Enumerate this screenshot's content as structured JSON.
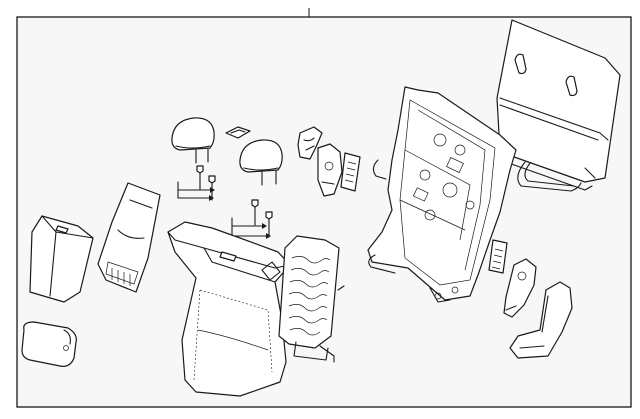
{
  "diagram": {
    "colors": {
      "background": "#ffffff",
      "panel": "#f7f7f7",
      "stroke": "#1a1a1a"
    },
    "parts": [
      "seat-back-frame",
      "seat-back-panel",
      "headrest-left",
      "headrest-right",
      "headrest-guide-clip",
      "guide-pins-left",
      "guide-pins-right",
      "seat-back-cover",
      "seat-back-pad",
      "armrest-pad",
      "armrest-end-cap",
      "armrest-bracket",
      "hinge-cover-upper",
      "hinge-cover-lower",
      "release-latch-upper",
      "release-latch-lower",
      "side-trim-panel"
    ]
  }
}
